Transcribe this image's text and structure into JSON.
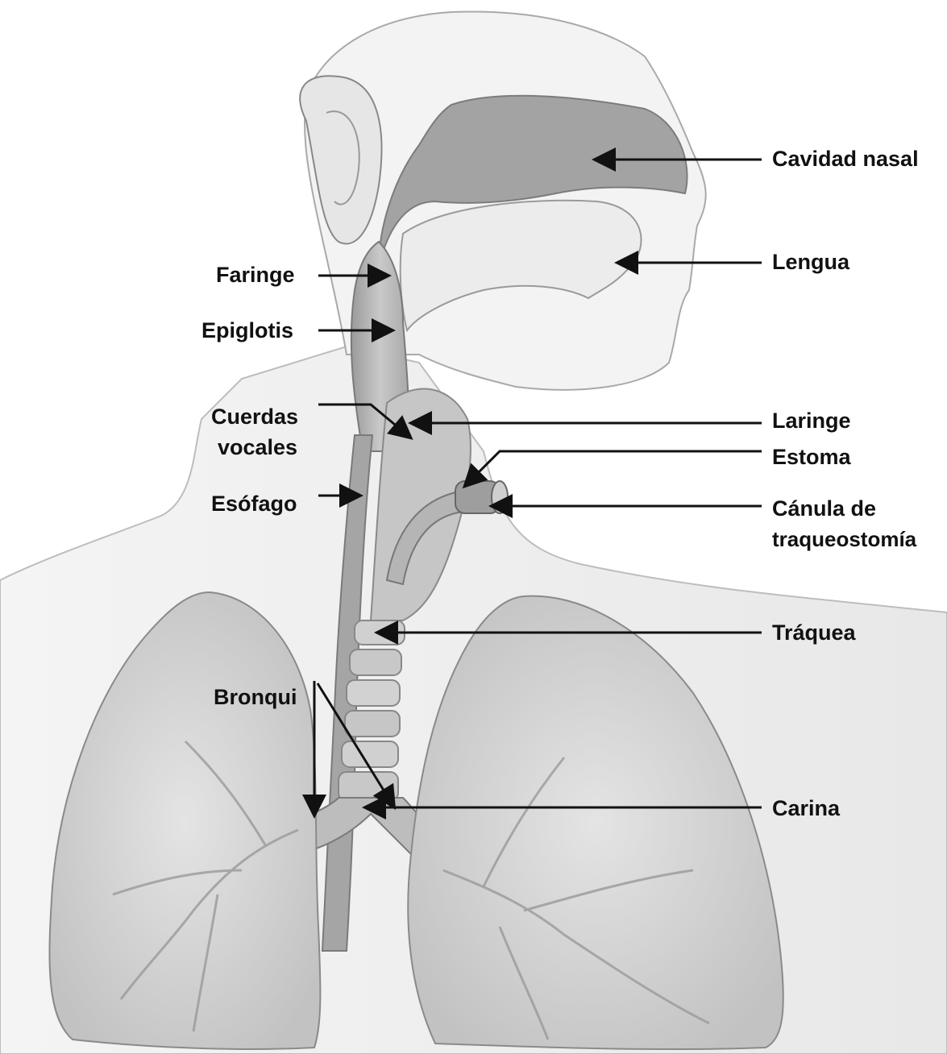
{
  "diagram": {
    "labels": {
      "cavidad_nasal": "Cavidad nasal",
      "lengua": "Lengua",
      "faringe": "Faringe",
      "epiglotis": "Epiglotis",
      "cuerdas_vocales_1": "Cuerdas",
      "cuerdas_vocales_2": "vocales",
      "laringe": "Laringe",
      "estoma": "Estoma",
      "esofago": "Esófago",
      "canula_1": "Cánula de",
      "canula_2": "traqueostomía",
      "traquea": "Tráquea",
      "bronqui": "Bronqui",
      "carina": "Carina"
    },
    "colors": {
      "ink": "#111111",
      "pencil_dark": "#8e8e8e",
      "pencil_mid": "#b4b4b4",
      "pencil_light": "#d8d8d8",
      "paper": "#ffffff"
    }
  }
}
